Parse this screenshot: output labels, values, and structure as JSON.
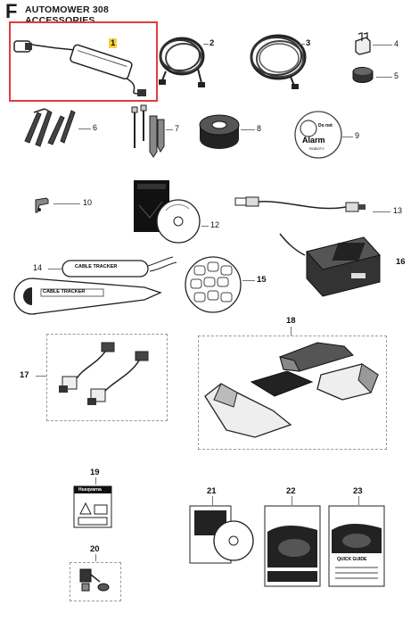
{
  "header": {
    "section_letter": "F",
    "model": "AUTOMOWER 308",
    "subtitle": "ACCESSORIES"
  },
  "selected_part": "1",
  "parts": [
    {
      "no": "1"
    },
    {
      "no": "2"
    },
    {
      "no": "3"
    },
    {
      "no": "4"
    },
    {
      "no": "5"
    },
    {
      "no": "6"
    },
    {
      "no": "7"
    },
    {
      "no": "8"
    },
    {
      "no": "9"
    },
    {
      "no": "10"
    },
    {
      "no": "12"
    },
    {
      "no": "13"
    },
    {
      "no": "14"
    },
    {
      "no": "15"
    },
    {
      "no": "16"
    },
    {
      "no": "17"
    },
    {
      "no": "18"
    },
    {
      "no": "19"
    },
    {
      "no": "20"
    },
    {
      "no": "21"
    },
    {
      "no": "22"
    },
    {
      "no": "23"
    }
  ],
  "labels": {
    "sign_line1": "Do not",
    "sign_line2": "Alarm",
    "sign_line3": "ROBOTY",
    "cable_tracker_a": "CABLE TRACKER",
    "cable_tracker_b": "CABLE TRACKER",
    "sticker_brand": "Husqvarna",
    "quick_guide": "QUICK GUIDE"
  },
  "colors": {
    "highlight_box": "#e23b3b",
    "highlight_label": "#f4d23a",
    "ink": "#1a1a1a"
  }
}
